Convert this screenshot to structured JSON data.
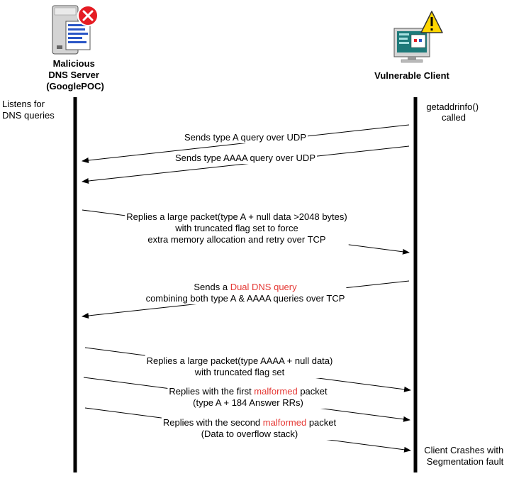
{
  "actors": {
    "server": {
      "label_lines": [
        "Malicious",
        "DNS Server",
        "(GooglePOC)"
      ],
      "icon": "server-error-icon",
      "badge_color": "#e51c23"
    },
    "client": {
      "label": "Vulnerable Client",
      "icon": "computer-warning-icon",
      "badge_color": "#ffd600"
    }
  },
  "notes": {
    "server_listen": [
      "Listens for",
      "DNS queries"
    ],
    "client_call": [
      "getaddrinfo()",
      "called"
    ],
    "client_crash": [
      "Client Crashes with",
      "Segmentation fault"
    ]
  },
  "messages": [
    {
      "direction": "client-to-server",
      "lines": [
        {
          "segments": [
            {
              "text": "Sends type A query over UDP"
            }
          ]
        }
      ]
    },
    {
      "direction": "client-to-server",
      "lines": [
        {
          "segments": [
            {
              "text": "Sends type AAAA query over UDP"
            }
          ]
        }
      ]
    },
    {
      "direction": "server-to-client",
      "lines": [
        {
          "segments": [
            {
              "text": "Replies a large packet(type A + null data >2048 bytes)"
            }
          ]
        },
        {
          "segments": [
            {
              "text": "with truncated flag set to force"
            }
          ]
        },
        {
          "segments": [
            {
              "text": "extra memory allocation and retry over TCP"
            }
          ]
        }
      ]
    },
    {
      "direction": "client-to-server",
      "lines": [
        {
          "segments": [
            {
              "text": "Sends a "
            },
            {
              "text": "Dual DNS query",
              "highlight": true
            }
          ]
        },
        {
          "segments": [
            {
              "text": "combining both type A & AAAA queries over TCP"
            }
          ]
        }
      ]
    },
    {
      "direction": "server-to-client",
      "lines": [
        {
          "segments": [
            {
              "text": "Replies a large packet(type AAAA + null data)"
            }
          ]
        },
        {
          "segments": [
            {
              "text": "with truncated flag set"
            }
          ]
        }
      ]
    },
    {
      "direction": "server-to-client",
      "lines": [
        {
          "segments": [
            {
              "text": "Replies with the first "
            },
            {
              "text": "malformed",
              "highlight": true
            },
            {
              "text": " packet"
            }
          ]
        },
        {
          "segments": [
            {
              "text": "(type A + 184 Answer RRs)"
            }
          ]
        }
      ]
    },
    {
      "direction": "server-to-client",
      "lines": [
        {
          "segments": [
            {
              "text": "Replies with the second "
            },
            {
              "text": "malformed",
              "highlight": true
            },
            {
              "text": " packet"
            }
          ]
        },
        {
          "segments": [
            {
              "text": "(Data to overflow stack)"
            }
          ]
        }
      ]
    }
  ],
  "colors": {
    "highlight": "#e53935",
    "line": "#000000"
  }
}
